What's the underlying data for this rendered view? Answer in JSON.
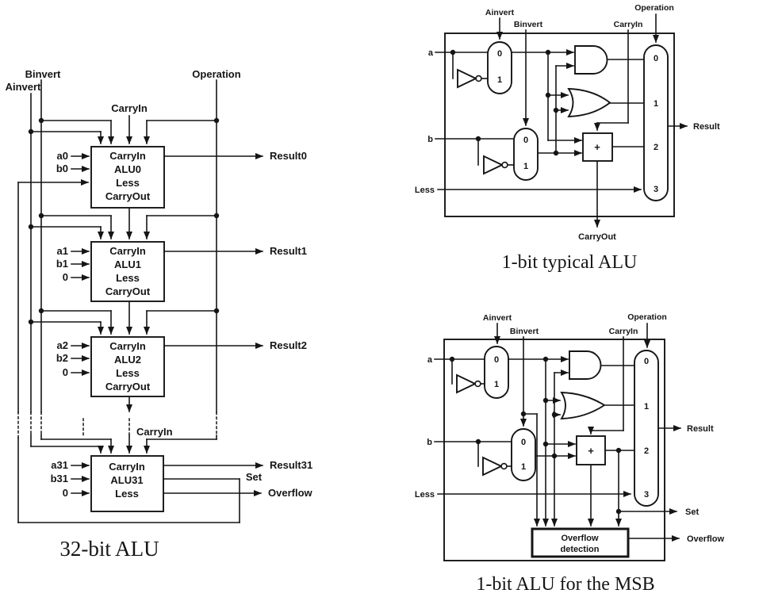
{
  "alu32": {
    "caption": "32-bit ALU",
    "binvert": "Binvert",
    "ainvert": "Ainvert",
    "operation": "Operation",
    "carryin_top": "CarryIn",
    "carryin_mid": "CarryIn",
    "set": "Set",
    "overflow": "Overflow",
    "stages": [
      {
        "a": "a0",
        "b": "b0",
        "third": "",
        "row1": "CarryIn",
        "row2": "ALU0",
        "row3": "Less",
        "row4": "CarryOut",
        "result": "Result0"
      },
      {
        "a": "a1",
        "b": "b1",
        "third": "0",
        "row1": "CarryIn",
        "row2": "ALU1",
        "row3": "Less",
        "row4": "CarryOut",
        "result": "Result1"
      },
      {
        "a": "a2",
        "b": "b2",
        "third": "0",
        "row1": "CarryIn",
        "row2": "ALU2",
        "row3": "Less",
        "row4": "CarryOut",
        "result": "Result2"
      },
      {
        "a": "a31",
        "b": "b31",
        "third": "0",
        "row1": "CarryIn",
        "row2": "ALU31",
        "row3": "Less",
        "result": "Result31"
      }
    ]
  },
  "typical": {
    "caption": "1-bit typical ALU",
    "ainvert": "Ainvert",
    "binvert": "Binvert",
    "carryin": "CarryIn",
    "operation": "Operation",
    "a": "a",
    "b": "b",
    "less": "Less",
    "result": "Result",
    "carryout": "CarryOut",
    "mux0": "0",
    "mux1": "1",
    "sel0": "0",
    "sel1": "1",
    "sel2": "2",
    "sel3": "3",
    "plus": "+"
  },
  "msb": {
    "caption": "1-bit ALU for the MSB",
    "ainvert": "Ainvert",
    "binvert": "Binvert",
    "carryin": "CarryIn",
    "operation": "Operation",
    "a": "a",
    "b": "b",
    "less": "Less",
    "result": "Result",
    "set": "Set",
    "overflow": "Overflow",
    "ovf1": "Overflow",
    "ovf2": "detection",
    "mux0": "0",
    "mux1": "1",
    "sel0": "0",
    "sel1": "1",
    "sel2": "2",
    "sel3": "3",
    "plus": "+"
  }
}
